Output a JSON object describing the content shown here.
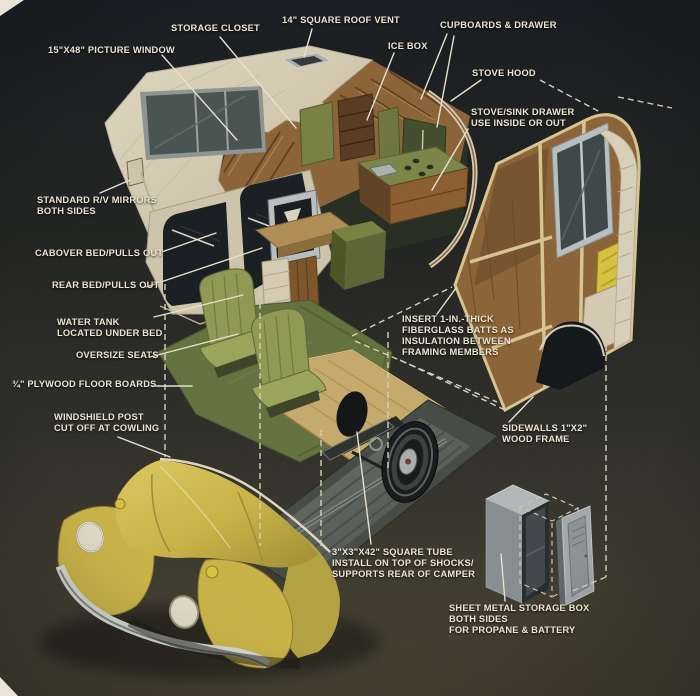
{
  "labels": {
    "picture_window": "15\"X48\" PICTURE WINDOW",
    "storage_closet": "STORAGE CLOSET",
    "roof_vent": "14\" SQUARE ROOF VENT",
    "cupboards": "CUPBOARDS & DRAWER",
    "ice_box": "ICE BOX",
    "stove_hood": "STOVE HOOD",
    "stove_sink": "STOVE/SINK DRAWER\nUSE INSIDE OR OUT",
    "mirrors": "STANDARD R/V MIRRORS\nBOTH SIDES",
    "cabover_bed": "CABOVER BED/PULLS OUT",
    "rear_bed": "REAR BED/PULLS OUT",
    "water_tank": "WATER TANK\nLOCATED UNDER BED",
    "oversize_seats": "OVERSIZE SEATS",
    "plywood_floor": "¾\" PLYWOOD FLOOR BOARDS",
    "windshield_post": "WINDSHIELD POST\nCUT OFF AT COWLING",
    "insulation": "INSERT 1-IN.-THICK\nFIBERGLASS BATTS AS\nINSULATION BETWEEN\nFRAMING MEMBERS",
    "sidewalls": "SIDEWALLS 1\"X2\"\nWOOD FRAME",
    "square_tube": "3\"X3\"X42\" SQUARE TUBE\nINSTALL ON TOP OF SHOCKS/\nSUPPORTS REAR OF CAMPER",
    "storage_box": "SHEET METAL STORAGE BOX\nBOTH SIDES\nFOR PROPANE & BATTERY"
  },
  "colors": {
    "label_text": "#ece4d0",
    "leader_line": "#e9e1cc",
    "dashed_guide": "#d9d1ba",
    "camper_skin_cream": "#d6ccb2",
    "wood_brown": "#8a6134",
    "frame_tan": "#d9c48e",
    "cabinet_green": "#76803f",
    "seat_green": "#97a052",
    "carpet_green": "#61703a",
    "plywood_tan": "#c6aa6a",
    "insulation_yellow": "#d8c23a",
    "beetle_yellow": "#c9b244",
    "chassis_gray": "#5d635c",
    "storage_box_gray": "#9ba1a3",
    "background_top": "#15181d",
    "background_bottom": "#403c2c"
  }
}
